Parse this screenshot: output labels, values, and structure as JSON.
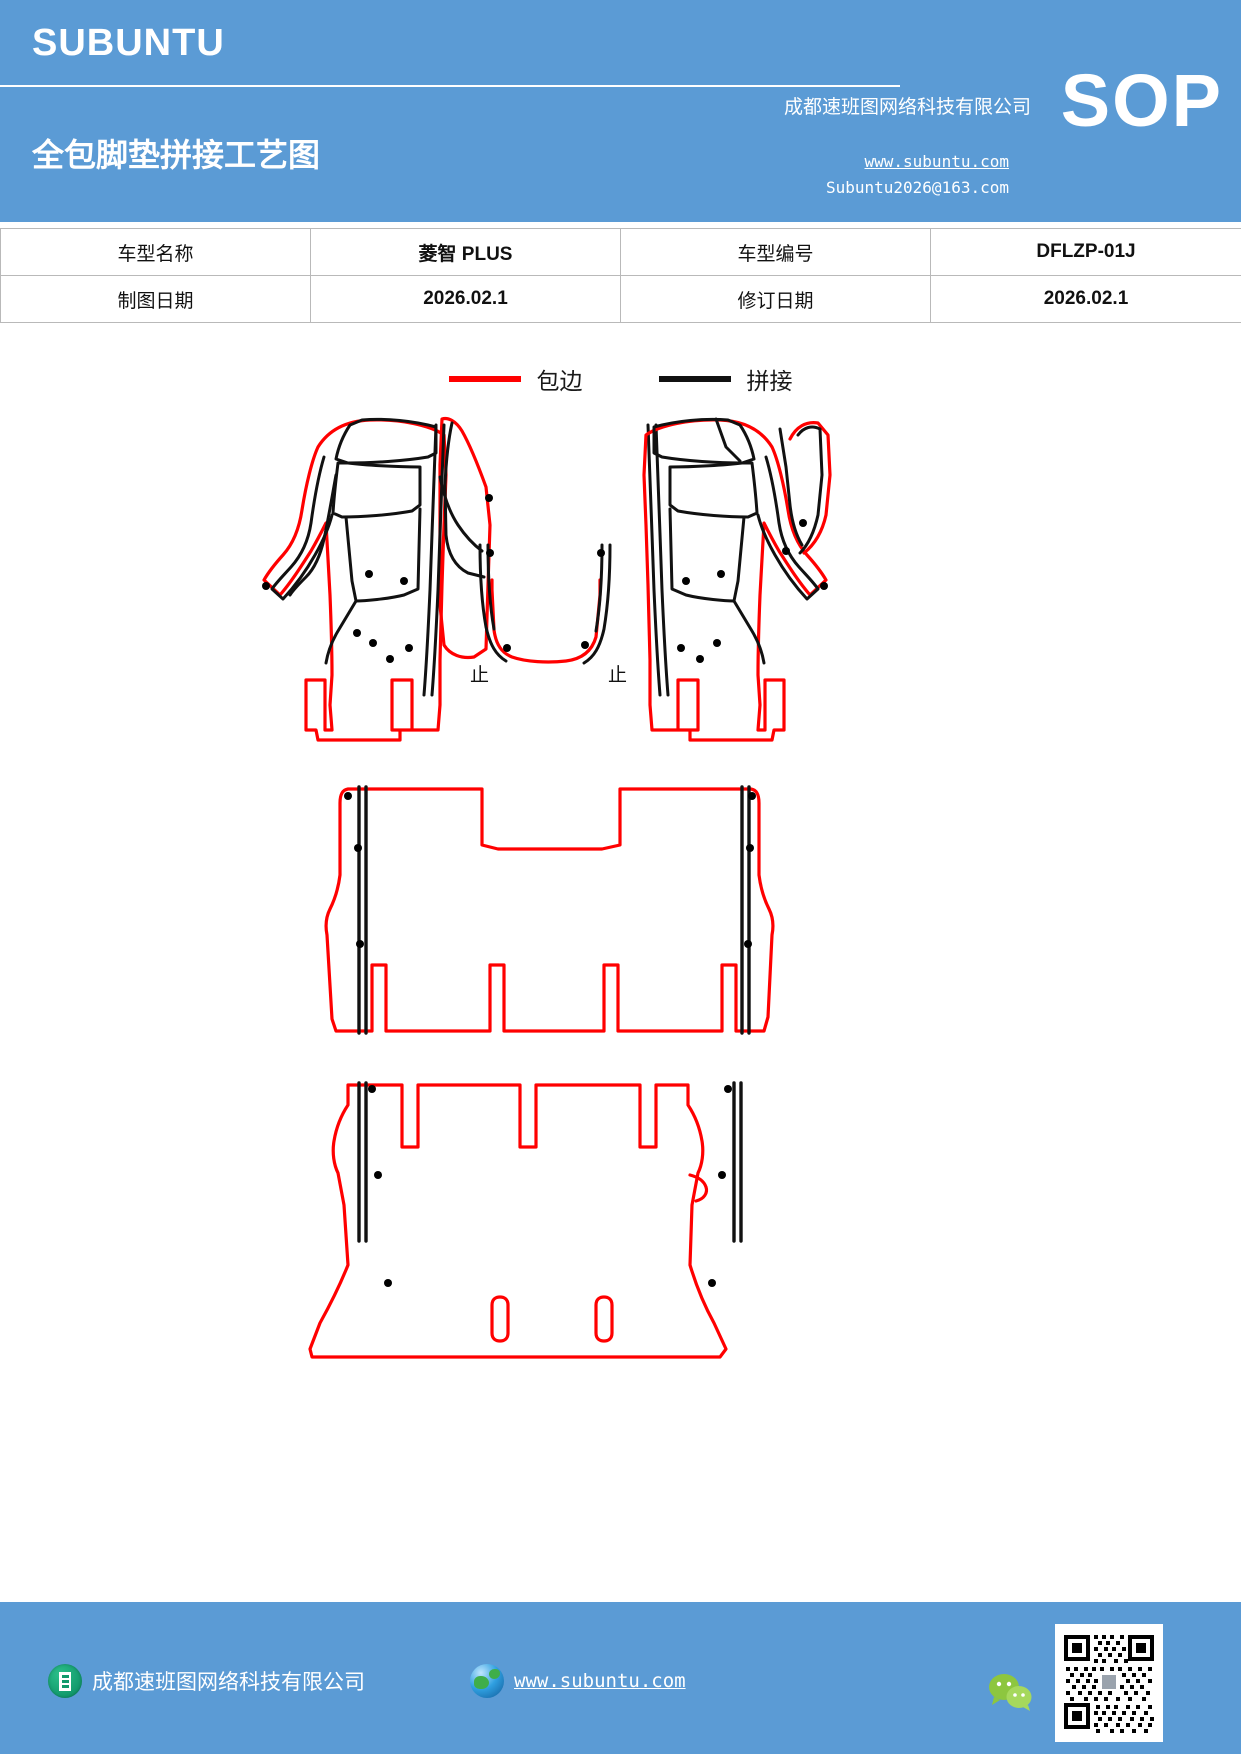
{
  "header": {
    "brand": "SUBUNTU",
    "doc_title": "全包脚垫拼接工艺图",
    "company": "成都速班图网络科技有限公司",
    "website": "www.subuntu.com",
    "email": "Subuntu2026@163.com",
    "sop_badge": "SOP",
    "bg_color": "#5b9bd5"
  },
  "info_table": {
    "rows": [
      {
        "label1": "车型名称",
        "value1": "菱智 PLUS",
        "label2": "车型编号",
        "value2": "DFLZP-01J"
      },
      {
        "label1": "制图日期",
        "value1": "2026.02.1",
        "label2": "修订日期",
        "value2": "2026.02.1"
      }
    ]
  },
  "legend": {
    "items": [
      {
        "label": "包边",
        "color": "#ff0000",
        "meaning": "edge-binding"
      },
      {
        "label": "拼接",
        "color": "#111111",
        "meaning": "seam-splice"
      }
    ]
  },
  "drawing": {
    "title": "全包脚垫拼接工艺图",
    "panels": [
      {
        "name": "front-row-mat-assembly",
        "label": ""
      },
      {
        "name": "second-row-mat",
        "label": ""
      },
      {
        "name": "third-row-mat",
        "label": ""
      }
    ],
    "annotations": [
      {
        "text": "止",
        "panel": "front-row-mat-assembly"
      },
      {
        "text": "止",
        "panel": "front-row-mat-assembly"
      }
    ],
    "edge_color": "#ff0000",
    "seam_color": "#111111",
    "marker_color": "#000000"
  },
  "footer": {
    "company": "成都速班图网络科技有限公司",
    "website": "www.subuntu.com",
    "bg_color": "#5b9bd5"
  }
}
